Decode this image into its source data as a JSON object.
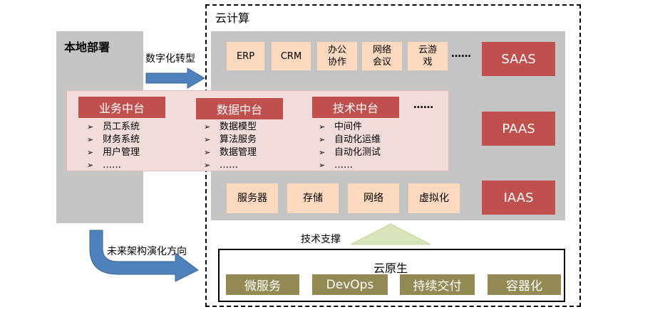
{
  "local": {
    "title": "本地部署"
  },
  "cloud": {
    "title": "云计算"
  },
  "arrows": {
    "digital_transform": "数字化转型",
    "future_direction": "未来架构演化方向",
    "tech_support": "技术支撑"
  },
  "saas": {
    "items": [
      "ERP",
      "CRM",
      "办公\n协作",
      "网络\n会议",
      "云游\n戏"
    ],
    "more": "……",
    "label": "SAAS"
  },
  "paas": {
    "label": "PAAS"
  },
  "iaas": {
    "items": [
      "服务器",
      "存储",
      "网络",
      "虚拟化"
    ],
    "label": "IAAS"
  },
  "middle": {
    "business": {
      "title": "业务中台",
      "items": [
        "员工系统",
        "财务系统",
        "用户管理",
        "……"
      ]
    },
    "data": {
      "title": "数据中台",
      "items": [
        "数据模型",
        "算法服务",
        "数据管理",
        "……"
      ]
    },
    "tech": {
      "title": "技术中台",
      "items": [
        "中间件",
        "自动化运维",
        "自动化测试",
        "……"
      ]
    },
    "more": "……",
    "bullet": "➢"
  },
  "cloud_native": {
    "title": "云原生",
    "items": [
      "微服务",
      "DevOps",
      "持续交付",
      "容器化"
    ]
  },
  "colors": {
    "gray": "#c4c4c4",
    "peach": "#fdd9bf",
    "red": "#c0504d",
    "olive": "#938953",
    "blue_arrow": "#4f81bd",
    "pink_band": "#f2dcdb",
    "green_arrow": "#d7e4bc"
  }
}
